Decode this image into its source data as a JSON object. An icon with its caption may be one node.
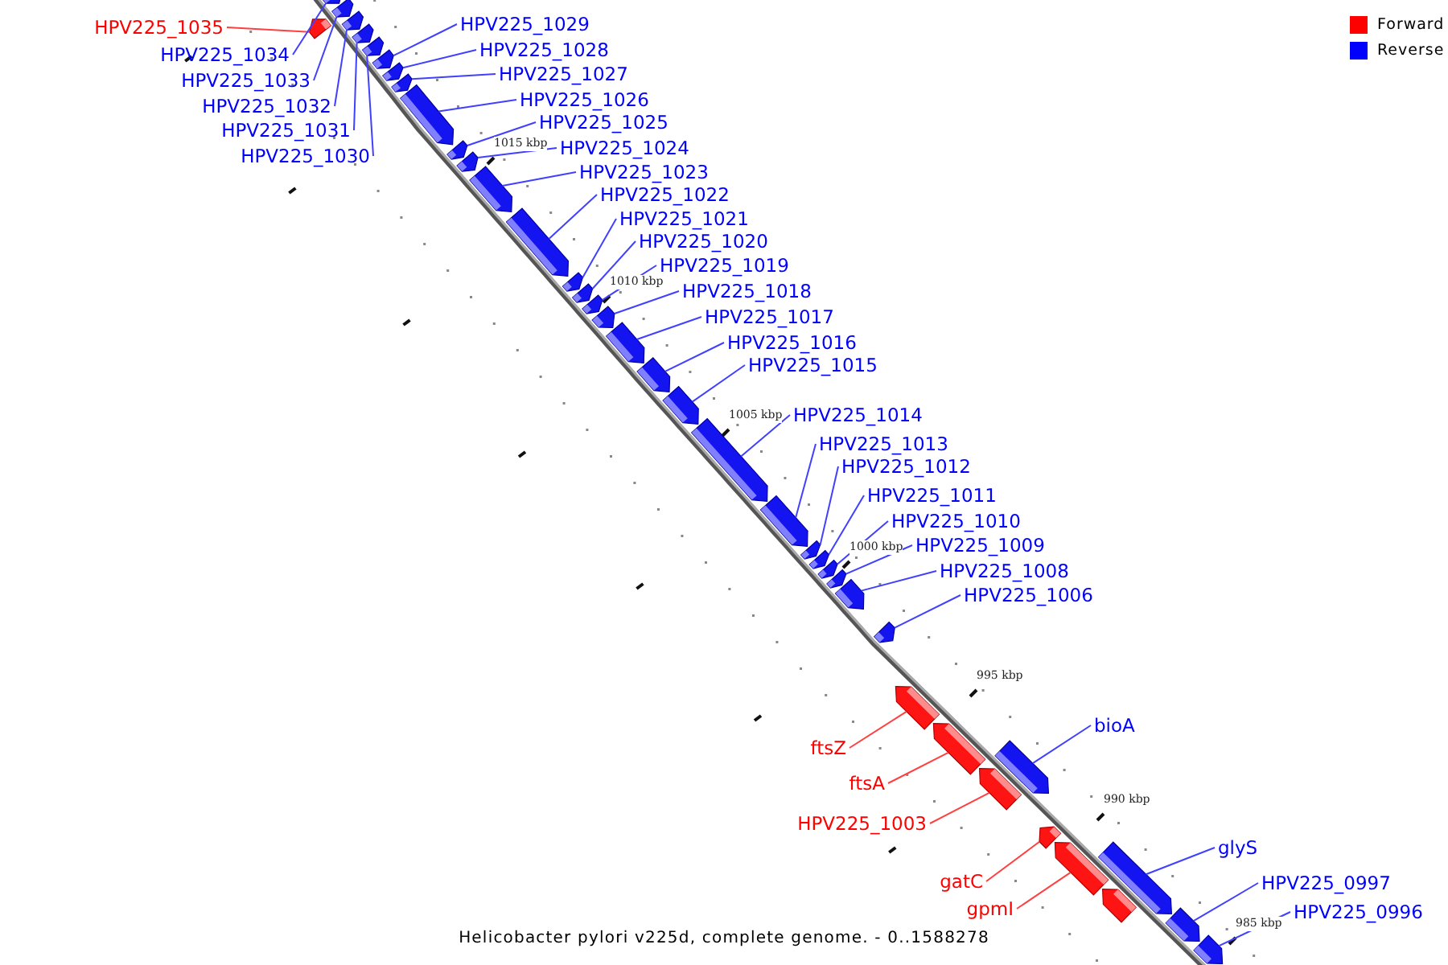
{
  "diagram": {
    "caption": "Helicobacter pylori v225d, complete genome. - 0..1588278",
    "nodes": [
      {
        "text": [
          "HPV225_1029"
        ]
      },
      {
        "text": [
          "HPV225_1035"
        ]
      },
      {
        "text": [
          "HPV225_1028"
        ]
      },
      {
        "text": [
          "HPV225_1034"
        ]
      },
      {
        "text": [
          "HPV225_1027"
        ]
      },
      {
        "text": [
          "HPV225_1033"
        ]
      },
      {
        "text": [
          "HPV225_1026"
        ]
      },
      {
        "text": [
          "HPV225_1032"
        ]
      },
      {
        "text": [
          "HPV225_1025"
        ]
      },
      {
        "text": [
          "HPV225_1031"
        ]
      },
      {
        "text": [
          "HPV225_1024"
        ]
      },
      {
        "text": [
          "HPV225_1030"
        ]
      },
      {
        "text": [
          "HPV225_1023"
        ]
      },
      {
        "text": [
          "HPV225_1022"
        ]
      },
      {
        "text": [
          "HPV225_1021"
        ]
      },
      {
        "text": [
          "HPV225_1020"
        ]
      },
      {
        "text": [
          "HPV225_1019"
        ]
      },
      {
        "text": [
          "HPV225_1018"
        ]
      },
      {
        "text": [
          "HPV225_1017"
        ]
      },
      {
        "text": [
          "HPV225_1016"
        ]
      },
      {
        "text": [
          "HPV225_1015"
        ]
      },
      {
        "text": [
          "HPV225_1014"
        ]
      },
      {
        "text": [
          "HPV225_1013"
        ]
      },
      {
        "text": [
          "HPV225_1012"
        ]
      },
      {
        "text": [
          "HPV225_1011"
        ]
      },
      {
        "text": [
          "HPV225_1010"
        ]
      },
      {
        "text": [
          "HPV225_1009"
        ]
      },
      {
        "text": [
          "HPV225_1008"
        ]
      },
      {
        "text": [
          "HPV225_1006"
        ]
      },
      {
        "text": [
          "bioA"
        ]
      },
      {
        "text": [
          "ftsZ"
        ]
      },
      {
        "text": [
          "ftsA"
        ]
      },
      {
        "text": [
          "HPV225_1003"
        ]
      },
      {
        "text": [
          "glyS"
        ]
      },
      {
        "text": [
          "gatC"
        ]
      },
      {
        "text": [
          "HPV225_0997"
        ]
      },
      {
        "text": [
          "gpmI"
        ]
      },
      {
        "text": [
          "HPV225_0996"
        ]
      },
      {
        "text": [],
        "shape": "arrow"
      },
      {
        "text": [],
        "shape": "arrow"
      },
      {
        "text": [],
        "shape": "arrow"
      },
      {
        "text": [],
        "shape": "arrow"
      },
      {
        "text": [],
        "shape": "arrow"
      },
      {
        "text": [],
        "shape": "arrow"
      },
      {
        "text": [],
        "shape": "arrow"
      },
      {
        "text": [],
        "shape": "arrow"
      },
      {
        "text": [],
        "shape": "arrow"
      },
      {
        "text": [],
        "shape": "arrow"
      },
      {
        "text": [],
        "shape": "arrow"
      },
      {
        "text": [],
        "shape": "arrow"
      },
      {
        "text": [],
        "shape": "arrow"
      },
      {
        "text": [],
        "shape": "arrow"
      },
      {
        "text": [],
        "shape": "arrow"
      },
      {
        "text": [],
        "shape": "arrow"
      },
      {
        "text": [],
        "shape": "arrow"
      },
      {
        "text": [],
        "shape": "arrow"
      },
      {
        "text": [],
        "shape": "arrow"
      },
      {
        "text": [],
        "shape": "arrow"
      },
      {
        "text": [],
        "shape": "arrow"
      },
      {
        "text": [],
        "shape": "arrow"
      },
      {
        "text": [],
        "shape": "arrow"
      },
      {
        "text": [],
        "shape": "arrow"
      },
      {
        "text": [],
        "shape": "arrow"
      },
      {
        "text": [],
        "shape": "arrow"
      },
      {
        "text": [],
        "shape": "arrow"
      },
      {
        "text": [],
        "shape": "arrow"
      },
      {
        "text": [],
        "shape": "arrow"
      },
      {
        "text": [],
        "shape": "arrow"
      },
      {
        "text": [],
        "shape": "arrow"
      },
      {
        "text": [],
        "shape": "arrow"
      },
      {
        "text": [],
        "shape": "arrow"
      },
      {
        "text": [],
        "shape": "arrow"
      },
      {
        "text": [],
        "shape": "arrow"
      },
      {
        "text": [],
        "shape": "arrow"
      },
      {
        "text": [],
        "shape": "arrow"
      },
      {
        "text": [],
        "shape": "arrow"
      }
    ],
    "edges": [
      {
        "from": 0,
        "to": 44,
        "arrow": "none"
      },
      {
        "from": 1,
        "to": 39,
        "arrow": "none",
        "color": "#ff4040"
      },
      {
        "from": 2,
        "to": 45,
        "arrow": "none"
      },
      {
        "from": 3,
        "to": 38,
        "arrow": "none"
      },
      {
        "from": 4,
        "to": 46,
        "arrow": "none"
      },
      {
        "from": 5,
        "to": 40,
        "arrow": "none"
      },
      {
        "from": 6,
        "to": 47,
        "arrow": "none"
      },
      {
        "from": 7,
        "to": 41,
        "arrow": "none"
      },
      {
        "from": 8,
        "to": 48,
        "arrow": "none"
      },
      {
        "from": 9,
        "to": 42,
        "arrow": "none"
      },
      {
        "from": 10,
        "to": 49,
        "arrow": "none"
      },
      {
        "from": 11,
        "to": 43,
        "arrow": "none"
      },
      {
        "from": 12,
        "to": 50,
        "arrow": "none"
      },
      {
        "from": 13,
        "to": 51,
        "arrow": "none"
      },
      {
        "from": 14,
        "to": 52,
        "arrow": "none"
      },
      {
        "from": 15,
        "to": 53,
        "arrow": "none"
      },
      {
        "from": 16,
        "to": 54,
        "arrow": "none"
      },
      {
        "from": 17,
        "to": 55,
        "arrow": "none"
      },
      {
        "from": 18,
        "to": 56,
        "arrow": "none"
      },
      {
        "from": 19,
        "to": 57,
        "arrow": "none"
      },
      {
        "from": 20,
        "to": 58,
        "arrow": "none"
      },
      {
        "from": 21,
        "to": 59,
        "arrow": "none"
      },
      {
        "from": 22,
        "to": 60,
        "arrow": "none"
      },
      {
        "from": 23,
        "to": 61,
        "arrow": "none"
      },
      {
        "from": 24,
        "to": 62,
        "arrow": "none"
      },
      {
        "from": 25,
        "to": 63,
        "arrow": "none"
      },
      {
        "from": 26,
        "to": 64,
        "arrow": "none"
      },
      {
        "from": 27,
        "to": 65,
        "arrow": "none"
      },
      {
        "from": 28,
        "to": 66,
        "arrow": "none"
      },
      {
        "from": 29,
        "to": 70,
        "arrow": "none"
      },
      {
        "from": 30,
        "to": 67,
        "arrow": "none",
        "color": "#ff4040"
      },
      {
        "from": 31,
        "to": 68,
        "arrow": "none",
        "color": "#ff4040"
      },
      {
        "from": 32,
        "to": 69,
        "arrow": "none",
        "color": "#ff4040"
      },
      {
        "from": 33,
        "to": 73,
        "arrow": "none"
      },
      {
        "from": 34,
        "to": 71,
        "arrow": "none",
        "color": "#ff4040"
      },
      {
        "from": 35,
        "to": 74,
        "arrow": "none"
      },
      {
        "from": 36,
        "to": 72,
        "arrow": "none",
        "color": "#ff4040"
      },
      {
        "from": 37,
        "to": 75,
        "arrow": "none"
      }
    ],
    "labels": [
      "1015 kbp",
      "1010 kbp",
      "1005 kbp",
      "1000 kbp",
      "995 kbp",
      "990 kbp",
      "985 kbp"
    ],
    "legend": [
      {
        "text": "Forward",
        "color": "#ff0000"
      },
      {
        "text": "Reverse",
        "color": "#0000ff"
      }
    ]
  }
}
